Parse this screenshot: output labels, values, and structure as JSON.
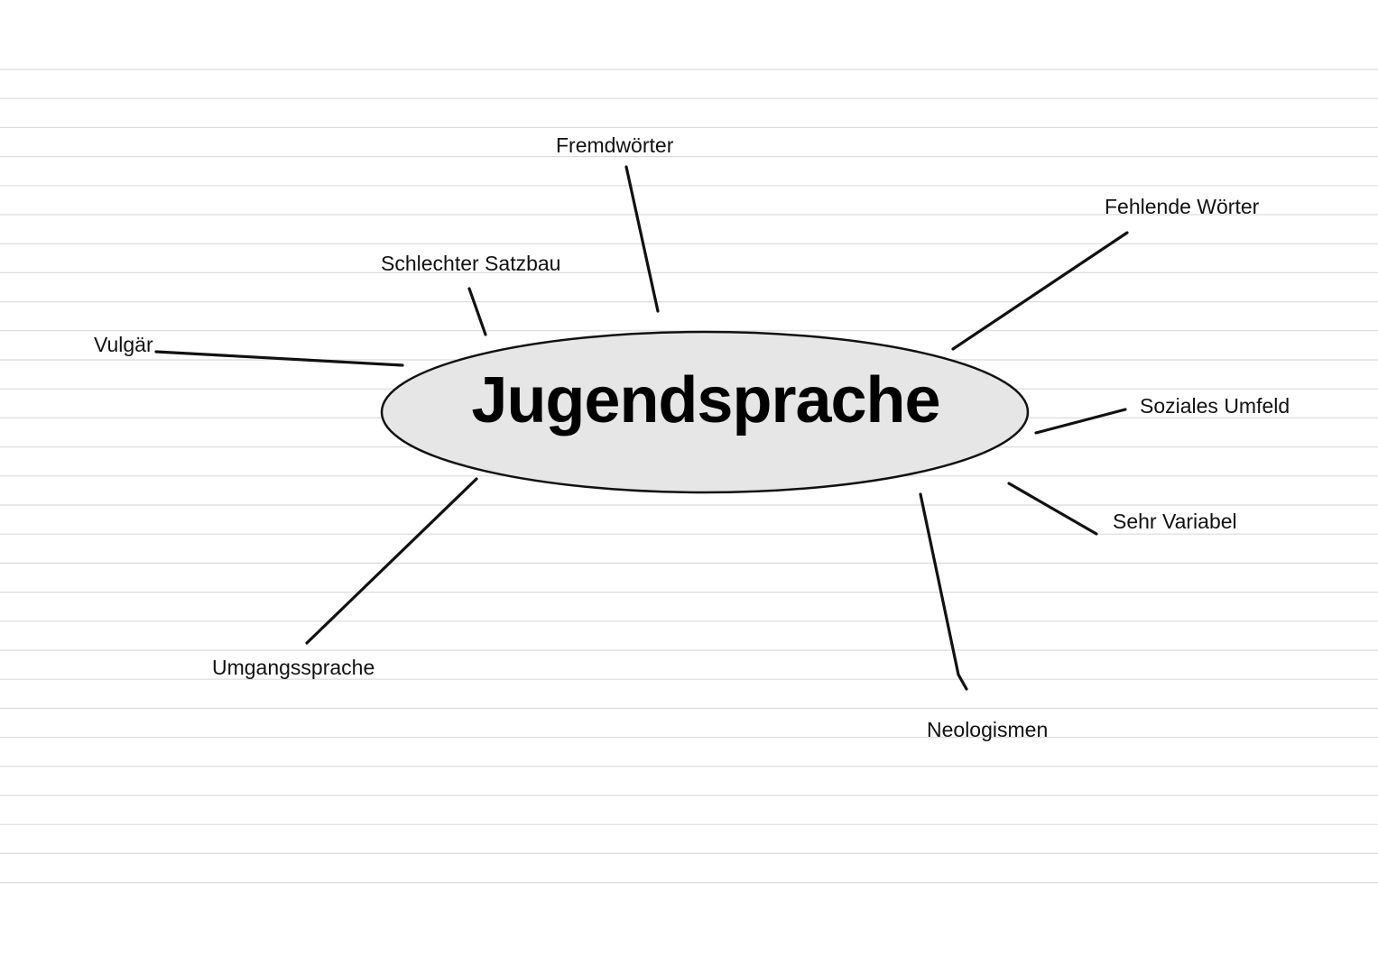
{
  "central_topic": "Jugendsprache",
  "branches": [
    {
      "id": "fremdwoerter",
      "label": "Fremdwörter"
    },
    {
      "id": "fehlende-woerter",
      "label": "Fehlende Wörter"
    },
    {
      "id": "schlechter-satzbau",
      "label": "Schlechter Satzbau"
    },
    {
      "id": "vulgaer",
      "label": "Vulgär"
    },
    {
      "id": "soziales-umfeld",
      "label": "Soziales Umfeld"
    },
    {
      "id": "sehr-variabel",
      "label": "Sehr Variabel"
    },
    {
      "id": "umgangssprache",
      "label": "Umgangssprache"
    },
    {
      "id": "neologismen",
      "label": "Neologismen"
    }
  ],
  "colors": {
    "background": "#ffffff",
    "ruled_line": "#dcdcdc",
    "ellipse_fill": "#e6e6e6",
    "ellipse_stroke": "#111111",
    "line": "#111111",
    "text": "#111111"
  }
}
